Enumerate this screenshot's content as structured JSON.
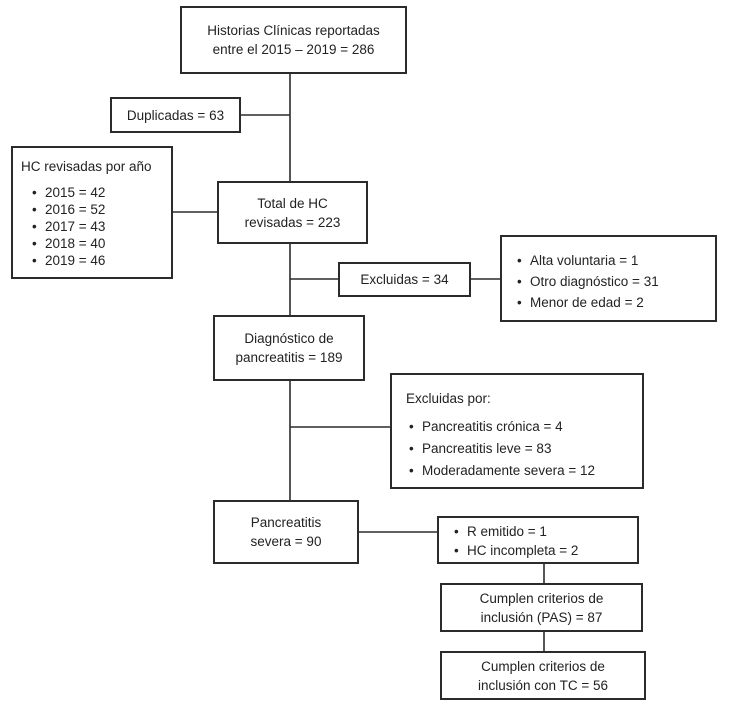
{
  "historias": {
    "line1": "Historias Clínicas reportadas",
    "line2": "entre el 2015 – 2019 = 286"
  },
  "duplicadas": "Duplicadas = 63",
  "revisadas_por_anio": {
    "title": "HC revisadas por año",
    "items": [
      "2015 = 42",
      "2016 = 52",
      "2017 = 43",
      "2018 = 40",
      "2019 = 46"
    ]
  },
  "total_hc": {
    "line1": "Total de HC",
    "line2": "revisadas = 223"
  },
  "excluidas_34": "Excluidas = 34",
  "excluidas_34_detalle": [
    "Alta voluntaria = 1",
    "Otro diagnóstico = 31",
    "Menor de edad = 2"
  ],
  "diagnostico": {
    "line1": "Diagnóstico de",
    "line2": "pancreatitis = 189"
  },
  "excluidas_por": {
    "title": "Excluidas por:",
    "items": [
      "Pancreatitis crónica = 4",
      "Pancreatitis leve = 83",
      "Moderadamente severa = 12"
    ]
  },
  "severa": {
    "line1": "Pancreatitis",
    "line2": "severa = 90"
  },
  "excluidas_severa": [
    "R emitido = 1",
    "HC incompleta = 2"
  ],
  "cumplen_pas": {
    "line1": "Cumplen criterios de",
    "line2": "inclusión (PAS) = 87"
  },
  "cumplen_tc": {
    "line1": "Cumplen criterios de",
    "line2": "inclusión con TC = 56"
  }
}
